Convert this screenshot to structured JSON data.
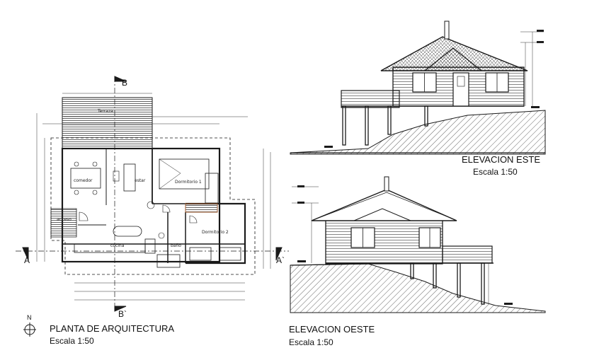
{
  "plan": {
    "title": "PLANTA DE ARQUITECTURA",
    "scale": "Escala 1:50",
    "north": "N",
    "section_b_top": "B",
    "section_b_bottom": "B`",
    "section_a_left": "A",
    "section_a_right": "A`",
    "rooms": {
      "terraza": "Terraza",
      "comedor": "comedor",
      "estar": "estar",
      "dormitorio1": "Dormitorio 1",
      "cocina": "cocina",
      "bano": "baño",
      "dormitorio2": "Dormitorio 2",
      "acceso": "acceso"
    }
  },
  "east": {
    "title": "ELEVACION ESTE",
    "scale": "Escala 1:50"
  },
  "west": {
    "title": "ELEVACION OESTE",
    "scale": "Escala 1:50"
  },
  "colors": {
    "line": "#1a1a1a",
    "dimension": "#333333",
    "accent_brown": "#a05a2c"
  }
}
